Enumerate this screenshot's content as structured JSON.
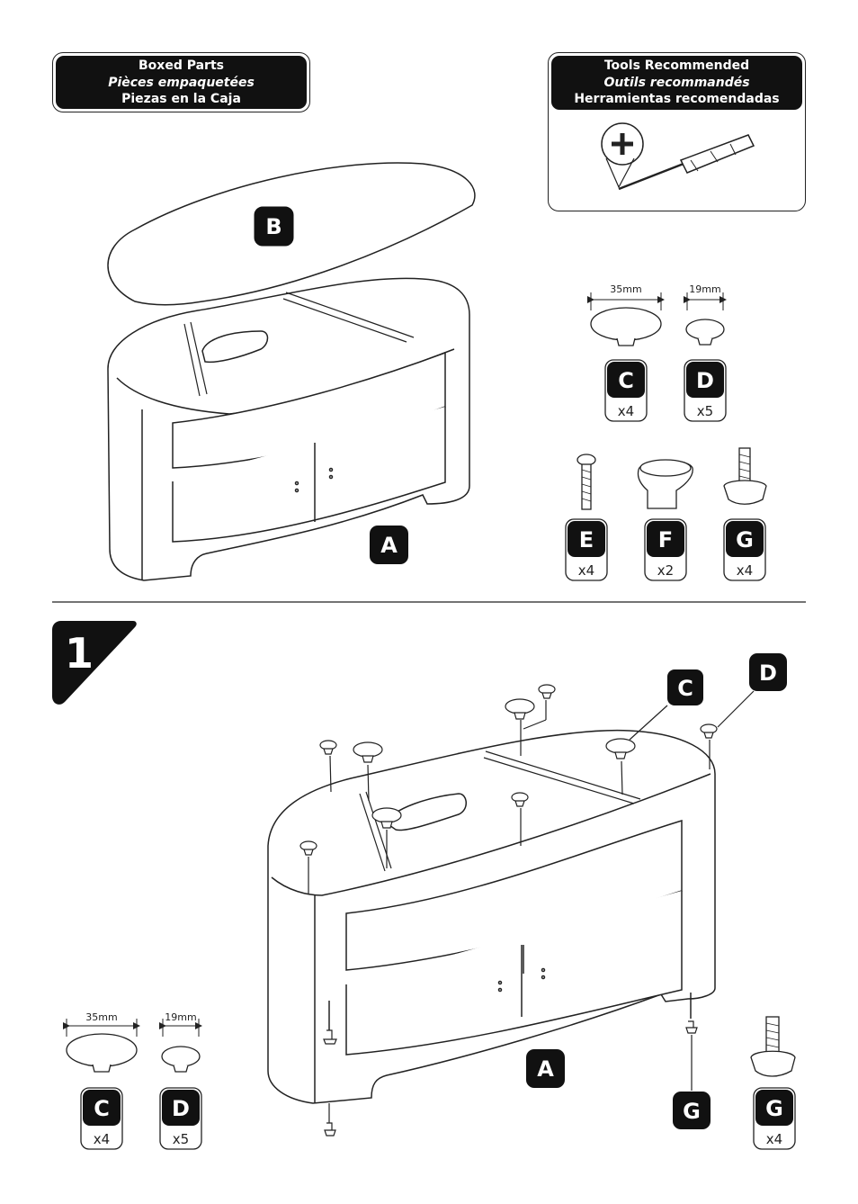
{
  "boxed_parts": {
    "line1": "Boxed Parts",
    "line2": "Pièces empaquetées",
    "line3": "Piezas en la Caja"
  },
  "tools": {
    "line1": "Tools Recommended",
    "line2": "Outils recommandés",
    "line3": "Herramientas recomendadas",
    "icon": "phillips-screwdriver-icon"
  },
  "parts": {
    "A": {
      "letter": "A"
    },
    "B": {
      "letter": "B"
    },
    "C": {
      "letter": "C",
      "qty": "x4",
      "dim": "35mm"
    },
    "D": {
      "letter": "D",
      "qty": "x5",
      "dim": "19mm"
    },
    "E": {
      "letter": "E",
      "qty": "x4"
    },
    "F": {
      "letter": "F",
      "qty": "x2"
    },
    "G": {
      "letter": "G",
      "qty": "x4"
    }
  },
  "step": {
    "number": "1"
  }
}
